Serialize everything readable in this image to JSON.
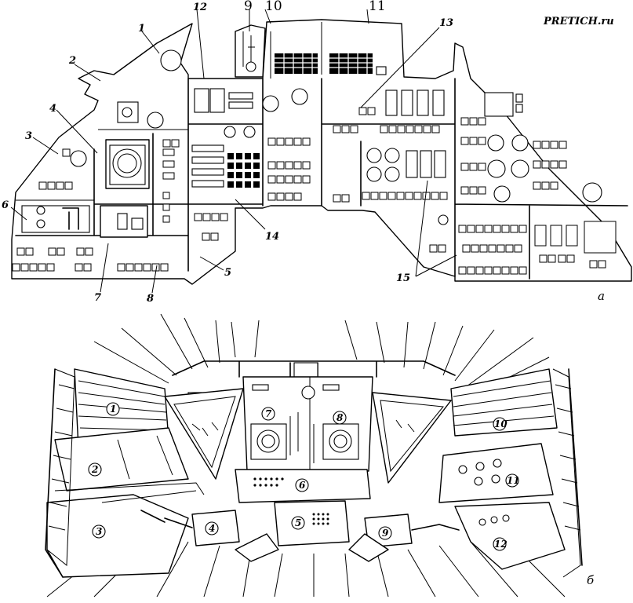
{
  "watermark": "PRETICH.ru",
  "panel_a": {
    "sub_label": "а",
    "callouts": {
      "c1": "1",
      "c2": "2",
      "c3": "3",
      "c4": "4",
      "c5": "5",
      "c6": "6",
      "c7": "7",
      "c8": "8",
      "c9": "9",
      "c10": "10",
      "c11": "11",
      "c12": "12",
      "c13": "13",
      "c14": "14",
      "c15": "15"
    }
  },
  "panel_b": {
    "sub_label": "б",
    "callouts": {
      "c1": "1",
      "c2": "2",
      "c3": "3",
      "c4": "4",
      "c5": "5",
      "c6": "6",
      "c7": "7",
      "c8": "8",
      "c9": "9",
      "c10": "10",
      "c11": "11",
      "c12": "12"
    }
  }
}
